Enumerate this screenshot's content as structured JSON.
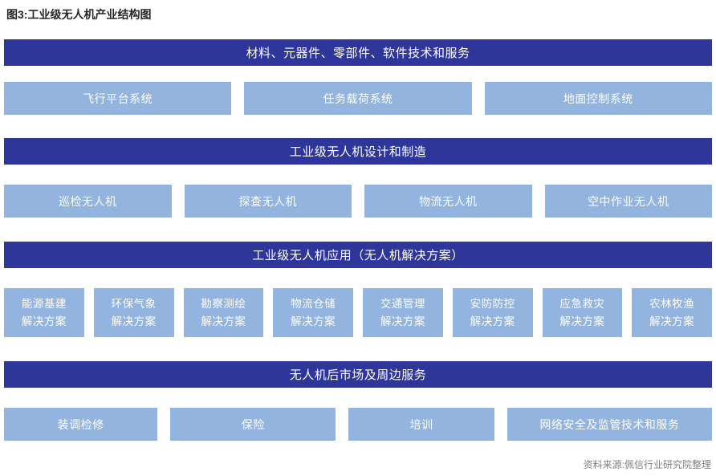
{
  "meta": {
    "title": "图3:工业级无人机产业结构图",
    "source": "资料来源:佩信行业研究院整理"
  },
  "colors": {
    "header_bar": "#2F369A",
    "item_box": "#92B4DE",
    "title_text": "#262626",
    "source_text": "#808080",
    "box_text": "#FFFFFF"
  },
  "layers": {
    "upstream": {
      "header": "材料、元器件、零部件、软件技术和服务",
      "boxes": [
        "飞行平台系统",
        "任务载荷系统",
        "地面控制系统"
      ]
    },
    "manufacturing": {
      "header": "工业级无人机设计和制造",
      "boxes": [
        "巡检无人机",
        "探查无人机",
        "物流无人机",
        "空中作业无人机"
      ]
    },
    "applications": {
      "header": "工业级无人机应用（无人机解决方案）",
      "boxes": [
        {
          "top": "能源基建",
          "bottom": "解决方案"
        },
        {
          "top": "环保气象",
          "bottom": "解决方案"
        },
        {
          "top": "勘察测绘",
          "bottom": "解决方案"
        },
        {
          "top": "物流仓储",
          "bottom": "解决方案"
        },
        {
          "top": "交通管理",
          "bottom": "解决方案"
        },
        {
          "top": "安防防控",
          "bottom": "解决方案"
        },
        {
          "top": "应急救灾",
          "bottom": "解决方案"
        },
        {
          "top": "农林牧渔",
          "bottom": "解决方案"
        }
      ]
    },
    "aftermarket": {
      "header": "无人机后市场及周边服务",
      "boxes": [
        "装调检修",
        "保险",
        "培训",
        "网络安全及监管技术和服务"
      ]
    }
  }
}
